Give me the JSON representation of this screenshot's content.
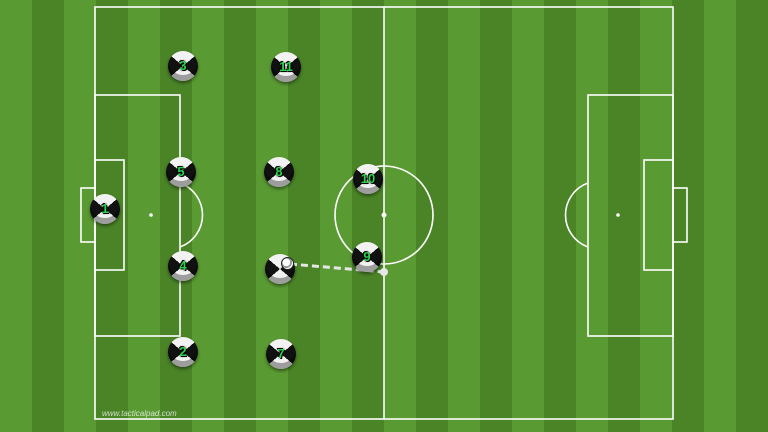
{
  "watermark": "www.tacticalpad.com",
  "colors": {
    "grass_light": "#5a9a33",
    "grass_dark": "#4a8427",
    "lines": "#ffffff",
    "number": "#2ad34a"
  },
  "players": [
    {
      "number": "1",
      "id": "player-1"
    },
    {
      "number": "2",
      "id": "player-2"
    },
    {
      "number": "3",
      "id": "player-3"
    },
    {
      "number": "4",
      "id": "player-4"
    },
    {
      "number": "5",
      "id": "player-5"
    },
    {
      "number": "7",
      "id": "player-7"
    },
    {
      "number": "8",
      "id": "player-8"
    },
    {
      "number": "9",
      "id": "player-9"
    },
    {
      "number": "10",
      "id": "player-10"
    },
    {
      "number": "11",
      "id": "player-11"
    }
  ],
  "ball": {
    "icon": "ball-icon"
  },
  "pass": {
    "style": "dashed",
    "icon": "pass-arrow"
  }
}
